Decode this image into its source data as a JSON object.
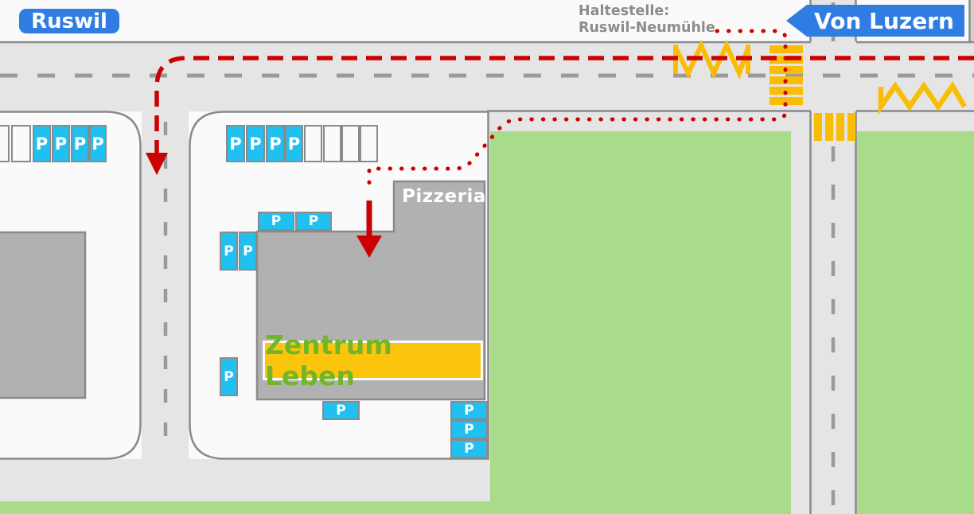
{
  "labels": {
    "town_badge": "Ruswil",
    "direction_badge": "Von Luzern",
    "bus_stop_title": "Haltestelle:",
    "bus_stop_name": "Ruswil-Neumühle",
    "building_annex": "Pizzeria",
    "destination": "Zentrum Leben"
  },
  "parking": {
    "stall_label": "P"
  },
  "colors": {
    "accent_blue": "#2F7CE3",
    "route_red": "#CC0202",
    "marking_yellow": "#F9BD05",
    "banner_yellow": "#FBC40D",
    "banner_text_green": "#72B529",
    "grass_green": "#A8DB8A",
    "parking_cyan": "#20C1F0",
    "building_gray": "#B1B1B1",
    "road_gray": "#E5E5E5",
    "lot_white": "#FAFAFA",
    "border_gray": "#8A8A8A",
    "muted_text_gray": "#8C8C8C"
  }
}
